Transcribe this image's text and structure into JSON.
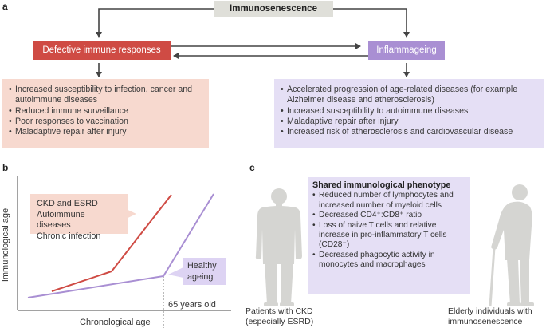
{
  "panel_a": {
    "letter": "a",
    "top_label": "Immunosenescence",
    "left_label": "Defective immune responses",
    "right_label": "Inflammageing",
    "left_items": [
      "Increased susceptibility to infection, cancer and autoimmune diseases",
      "Reduced immune surveillance",
      "Poor responses to vaccination",
      "Maladaptive repair after injury"
    ],
    "right_items": [
      "Accelerated progression of age-related diseases (for example Alzheimer disease and atherosclerosis)",
      "Increased susceptibility to autoimmune diseases",
      "Maladaptive repair after injury",
      "Increased risk of atherosclerosis and cardiovascular disease"
    ]
  },
  "panel_b": {
    "letter": "b",
    "category_lines": [
      "CKD and ESRD",
      "Autoimmune diseases",
      "Chronic infection"
    ],
    "healthy_lines": [
      "Healthy",
      "ageing"
    ],
    "age_marker": "65 years old",
    "xlabel": "Chronological age",
    "ylabel": "Immunological age",
    "colors": {
      "disease": "#cf4b44",
      "healthy": "#a98fd3"
    }
  },
  "panel_c": {
    "letter": "c",
    "title": "Shared immunological phenotype",
    "items": [
      "Reduced number of lymphocytes and increased number of myeloid cells",
      "Decreased CD4⁺:CD8⁺ ratio",
      "Loss of naive T cells and relative increase in pro-inflammatory T cells (CD28⁻)",
      "Decreased phagocytic activity in monocytes and macrophages"
    ],
    "left_caption": [
      "Patients with CKD",
      "(especially ESRD)"
    ],
    "right_caption": [
      "Elderly individuals with",
      "immunosenescence"
    ]
  }
}
